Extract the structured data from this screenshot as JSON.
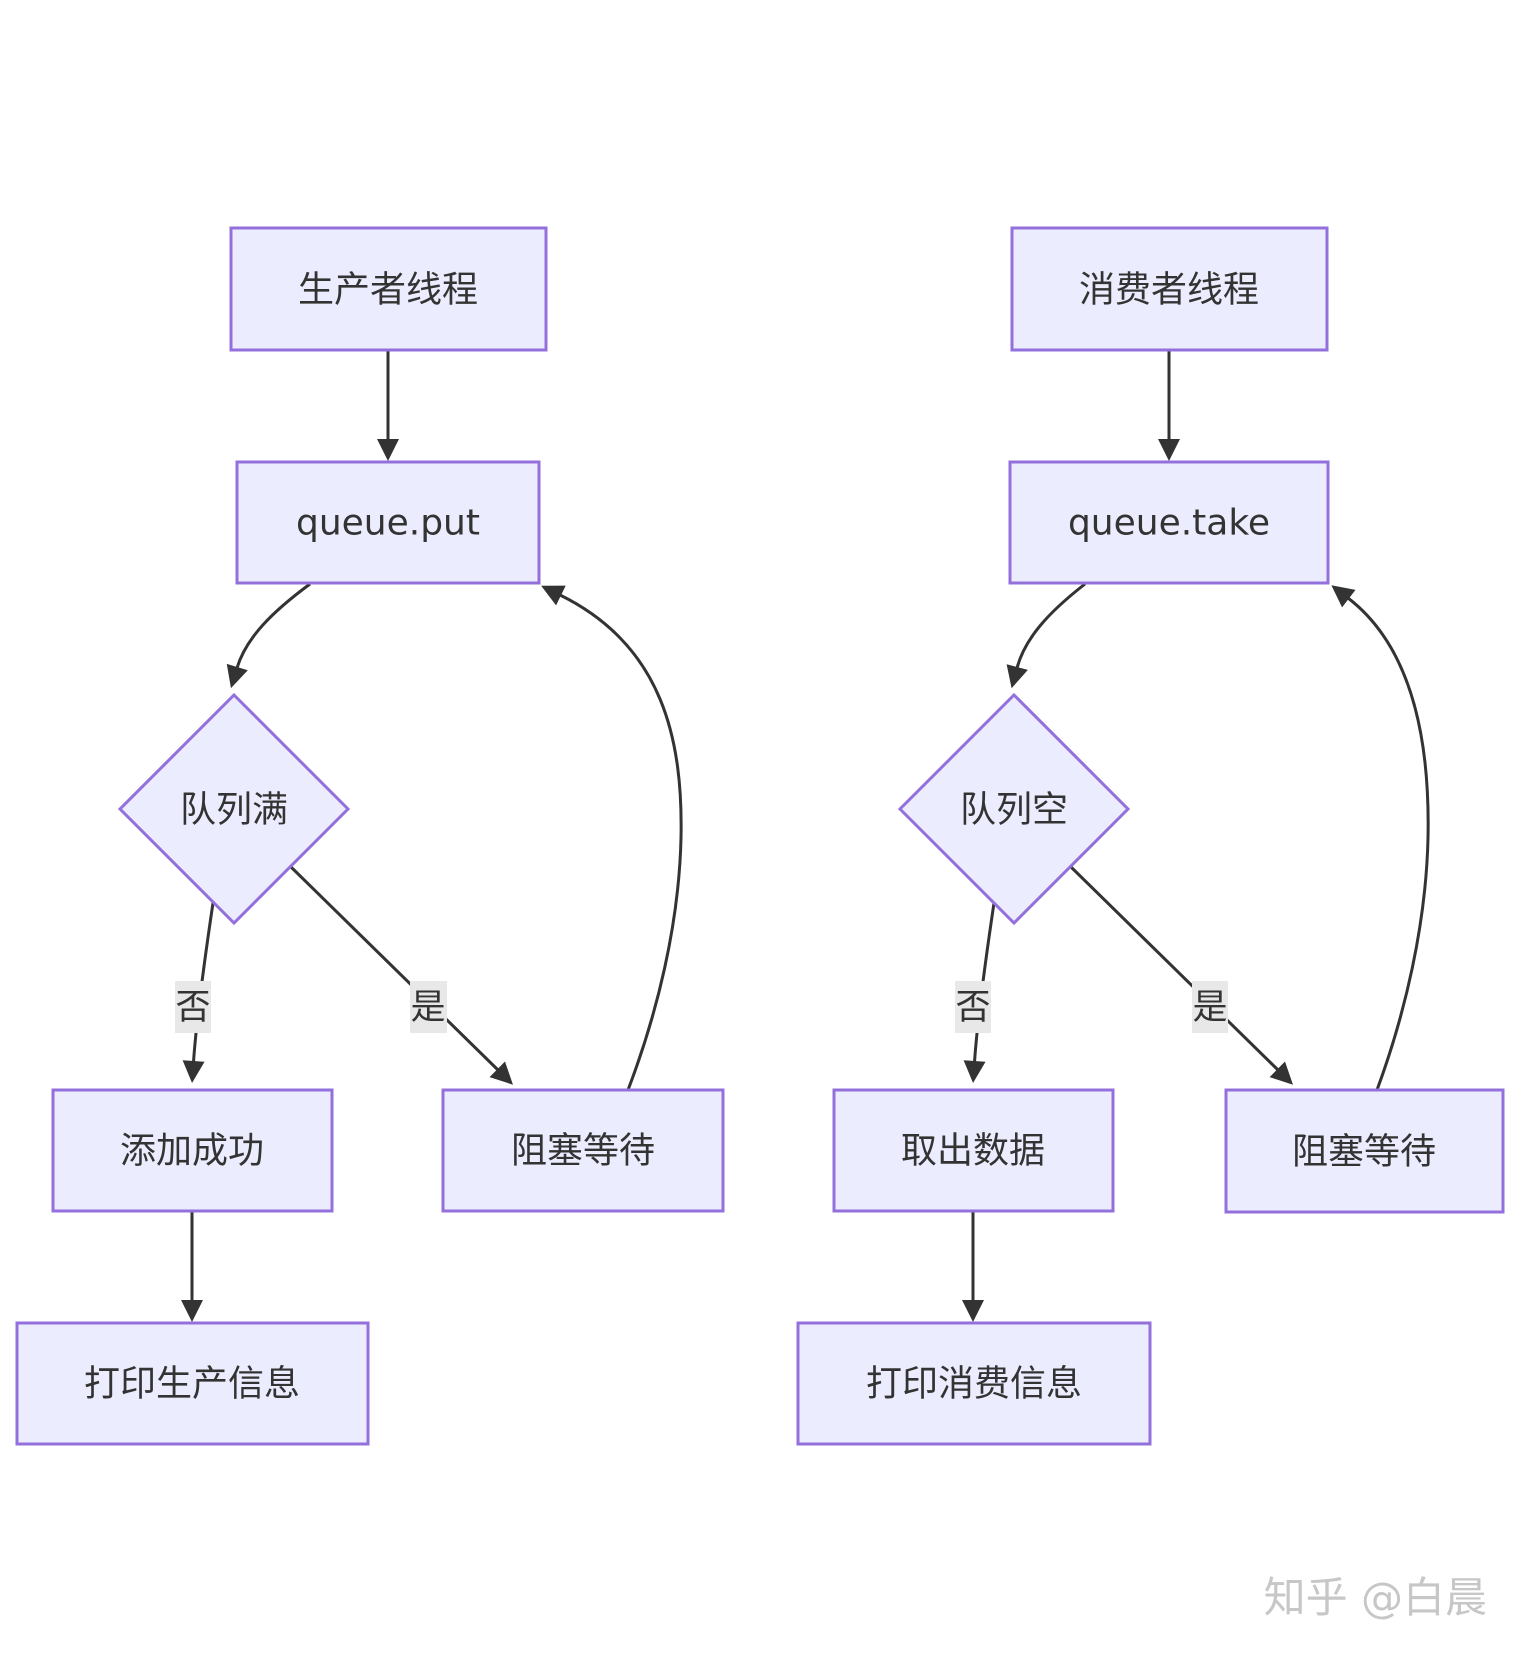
{
  "diagram": {
    "type": "flowchart",
    "direction": "top-down",
    "background": "#ffffff",
    "colors": {
      "node_fill": "#ececff",
      "node_border": "#9370db",
      "edge_line": "#333333",
      "node_text": "#333333",
      "edge_label_bg": "#e8e8e8",
      "edge_label_text": "#333333"
    },
    "nodes": {
      "producer_thread": {
        "label": "生产者线程",
        "shape": "rect"
      },
      "queue_put": {
        "label": "queue.put",
        "shape": "rect"
      },
      "queue_full": {
        "label": "队列满",
        "shape": "diamond"
      },
      "add_success": {
        "label": "添加成功",
        "shape": "rect"
      },
      "block_wait_producer": {
        "label": "阻塞等待",
        "shape": "rect"
      },
      "print_produce": {
        "label": "打印生产信息",
        "shape": "rect"
      },
      "consumer_thread": {
        "label": "消费者线程",
        "shape": "rect"
      },
      "queue_take": {
        "label": "queue.take",
        "shape": "rect"
      },
      "queue_empty": {
        "label": "队列空",
        "shape": "diamond"
      },
      "take_data": {
        "label": "取出数据",
        "shape": "rect"
      },
      "block_wait_consumer": {
        "label": "阻塞等待",
        "shape": "rect"
      },
      "print_consume": {
        "label": "打印消费信息",
        "shape": "rect"
      }
    },
    "edges": [
      {
        "from": "producer_thread",
        "to": "queue_put",
        "label": ""
      },
      {
        "from": "queue_put",
        "to": "queue_full",
        "label": ""
      },
      {
        "from": "queue_full",
        "to": "add_success",
        "label": "否"
      },
      {
        "from": "queue_full",
        "to": "block_wait_producer",
        "label": "是"
      },
      {
        "from": "block_wait_producer",
        "to": "queue_put",
        "label": ""
      },
      {
        "from": "add_success",
        "to": "print_produce",
        "label": ""
      },
      {
        "from": "consumer_thread",
        "to": "queue_take",
        "label": ""
      },
      {
        "from": "queue_take",
        "to": "queue_empty",
        "label": ""
      },
      {
        "from": "queue_empty",
        "to": "take_data",
        "label": "否"
      },
      {
        "from": "queue_empty",
        "to": "block_wait_consumer",
        "label": "是"
      },
      {
        "from": "block_wait_consumer",
        "to": "queue_take",
        "label": ""
      },
      {
        "from": "take_data",
        "to": "print_consume",
        "label": ""
      }
    ]
  },
  "watermark": {
    "text": "知乎 @白晨",
    "color": "#c7c7c7"
  }
}
